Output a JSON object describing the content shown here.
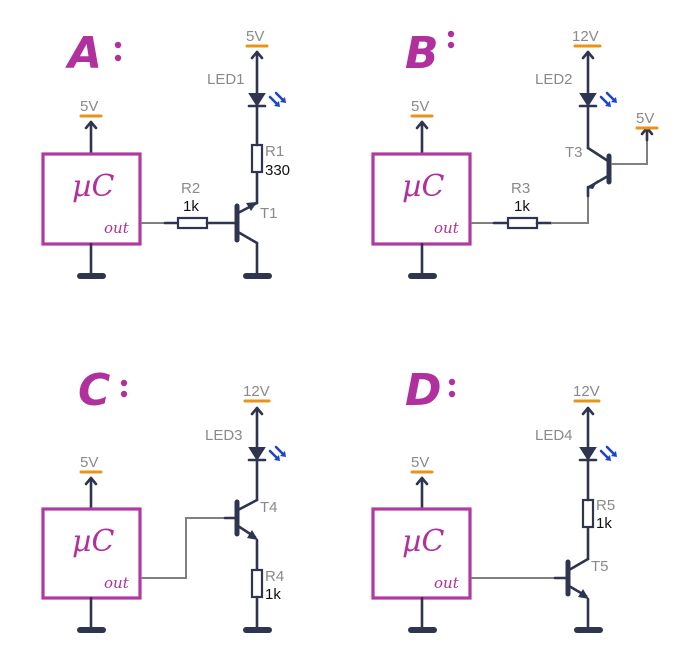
{
  "panels": [
    {
      "letter": "A",
      "colon": ":",
      "uc_label": "µC",
      "uc_out": "out",
      "uc_supply": "5V",
      "load_supply": "5V",
      "led": "LED1",
      "transistor": "T1",
      "base_resistor": {
        "name": "R2",
        "value": "1k"
      },
      "load_resistor": {
        "name": "R1",
        "value": "330"
      }
    },
    {
      "letter": "B",
      "colon": ":",
      "uc_label": "µC",
      "uc_out": "out",
      "uc_supply": "5V",
      "load_supply": "12V",
      "base_supply": "5V",
      "led": "LED2",
      "transistor": "T3",
      "base_resistor": {
        "name": "R3",
        "value": "1k"
      }
    },
    {
      "letter": "C",
      "colon": ":",
      "uc_label": "µC",
      "uc_out": "out",
      "uc_supply": "5V",
      "load_supply": "12V",
      "led": "LED3",
      "transistor": "T4",
      "emitter_resistor": {
        "name": "R4",
        "value": "1k"
      }
    },
    {
      "letter": "D",
      "colon": ":",
      "uc_label": "µC",
      "uc_out": "out",
      "uc_supply": "5V",
      "load_supply": "12V",
      "led": "LED4",
      "transistor": "T5",
      "load_resistor": {
        "name": "R5",
        "value": "1k"
      }
    }
  ],
  "colors": {
    "wire": "#2f3550",
    "signal_wire": "#808080",
    "microcontroller": "#b03aa0",
    "rail_underline": "#e89419",
    "led_light": "#1e44c8",
    "label": "#8a8a8a"
  }
}
